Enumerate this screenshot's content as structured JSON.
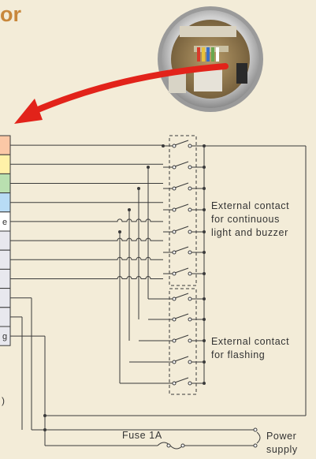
{
  "heading": {
    "text": "or"
  },
  "colors": {
    "background": "#f3ecd8",
    "heading": "#c8873b",
    "arrow": "#e2231a",
    "line": "#3a3a3a",
    "terminals": [
      "#fbc8a6",
      "#fff1a8",
      "#b9e0b0",
      "#b8dcf5",
      "#ffffff",
      "#e8e8ee",
      "#e8e8ee",
      "#e8e8ee",
      "#e8e8ee",
      "#e8e8ee",
      "#e8e8ee"
    ]
  },
  "terminal_labels": [
    "",
    "",
    "",
    "",
    "e",
    "",
    "",
    "",
    "",
    "",
    "g"
  ],
  "contact_groups": [
    {
      "line1": "External contact",
      "line2": "for continuous",
      "line3": "light and buzzer"
    },
    {
      "line1": "External contact",
      "line2": "for flashing"
    }
  ],
  "fuse": {
    "label": "Fuse 1A"
  },
  "power": {
    "line1": "Power",
    "line2": "supply"
  },
  "paren_fragment": ")"
}
